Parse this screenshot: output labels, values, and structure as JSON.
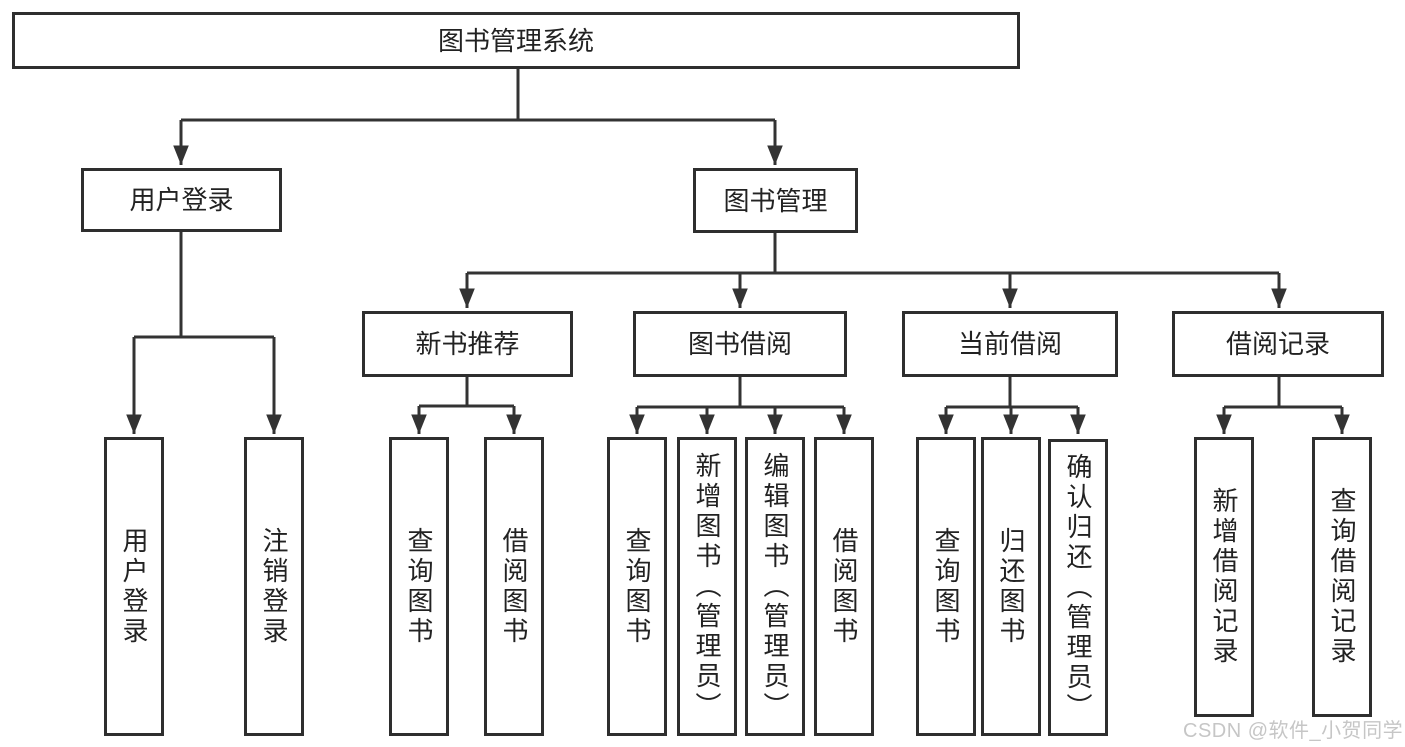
{
  "nodes": {
    "root": "图书管理系统",
    "user_login": "用户登录",
    "book_management": "图书管理",
    "new_book_recommend": "新书推荐",
    "book_borrow": "图书借阅",
    "current_borrow": "当前借阅",
    "borrow_record": "借阅记录",
    "leaf_user_login": "用户登录",
    "leaf_logout": "注销登录",
    "leaf_nbr_query_book": "查询图书",
    "leaf_nbr_borrow_book": "借阅图书",
    "leaf_bb_query_book": "查询图书",
    "leaf_bb_add_book": "新增图书（管理员）",
    "leaf_bb_edit_book": "编辑图书（管理员）",
    "leaf_bb_borrow_book": "借阅图书",
    "leaf_cb_query_book": "查询图书",
    "leaf_cb_return_book": "归还图书",
    "leaf_cb_confirm_return": "确认归还（管理员）",
    "leaf_br_add_record": "新增借阅记录",
    "leaf_br_query_record": "查询借阅记录"
  },
  "hierarchy": {
    "root": [
      "user_login",
      "book_management"
    ],
    "user_login": [
      "leaf_user_login",
      "leaf_logout"
    ],
    "book_management": [
      "new_book_recommend",
      "book_borrow",
      "current_borrow",
      "borrow_record"
    ],
    "new_book_recommend": [
      "leaf_nbr_query_book",
      "leaf_nbr_borrow_book"
    ],
    "book_borrow": [
      "leaf_bb_query_book",
      "leaf_bb_add_book",
      "leaf_bb_edit_book",
      "leaf_bb_borrow_book"
    ],
    "current_borrow": [
      "leaf_cb_query_book",
      "leaf_cb_return_book",
      "leaf_cb_confirm_return"
    ],
    "borrow_record": [
      "leaf_br_add_record",
      "leaf_br_query_record"
    ]
  },
  "watermark": {
    "text": "CSDN @软件_小贺同学"
  },
  "colors": {
    "line": "#333333",
    "box_border": "#2e2e2e",
    "text": "#222222",
    "watermark": "#c3c3c3",
    "background": "#ffffff"
  }
}
